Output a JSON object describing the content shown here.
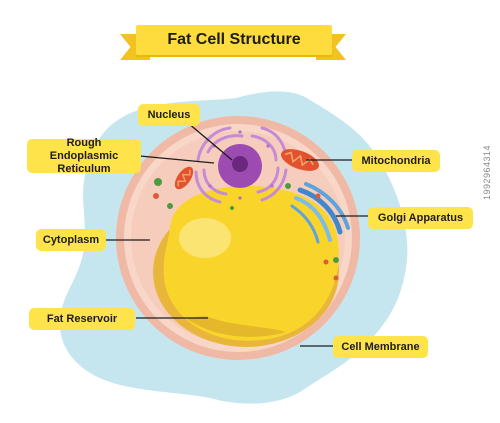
{
  "title": "Fat Cell Structure",
  "labels": {
    "nucleus": "Nucleus",
    "rough_er_line1": "Rough Endoplasmic",
    "rough_er_line2": "Reticulum",
    "mitochondria": "Mitochondria",
    "golgi": "Golgi Apparatus",
    "cytoplasm": "Cytoplasm",
    "fat_reservoir": "Fat Reservoir",
    "cell_membrane": "Cell Membrane"
  },
  "stock_id": "1992964314",
  "colors": {
    "label_fill": "#ffe34a",
    "background_blob": "#bfe3ec",
    "membrane": "#f3c2b2",
    "cytoplasm": "#f7d3c4",
    "fat_droplet": "#f9d52c",
    "nucleus": "#9c4bb0",
    "er": "#c98fd6",
    "mitochondria": "#e2522f",
    "golgi": "#5da3dc"
  }
}
